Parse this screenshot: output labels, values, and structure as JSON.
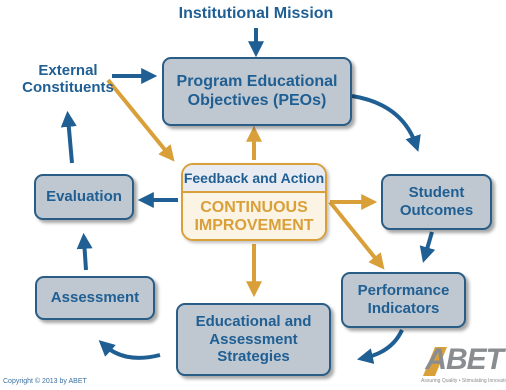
{
  "diagram": {
    "top_label": "Institutional Mission",
    "left_label": {
      "line1": "External",
      "line2": "Constituents"
    },
    "peo": {
      "line1": "Program Educational",
      "line2": "Objectives (PEOs)"
    },
    "center": {
      "title": "Feedback and Action",
      "line1": "CONTINUOUS",
      "line2": "IMPROVEMENT"
    },
    "evaluation": "Evaluation",
    "student_outcomes": {
      "line1": "Student",
      "line2": "Outcomes"
    },
    "assessment": "Assessment",
    "performance_indicators": {
      "line1": "Performance",
      "line2": "Indicators"
    },
    "strategies": {
      "line1": "Educational and",
      "line2": "Assessment",
      "line3": "Strategies"
    }
  },
  "footer": {
    "copyright": "Copyright © 2013 by ABET",
    "logo_text": "ABET",
    "logo_tagline": "Assuring Quality • Stimulating Innovation"
  },
  "colors": {
    "blue": "#1f5f93",
    "gold": "#d9a03a",
    "box_fill": "#bfc7d0",
    "box_border": "#2a5d86"
  }
}
